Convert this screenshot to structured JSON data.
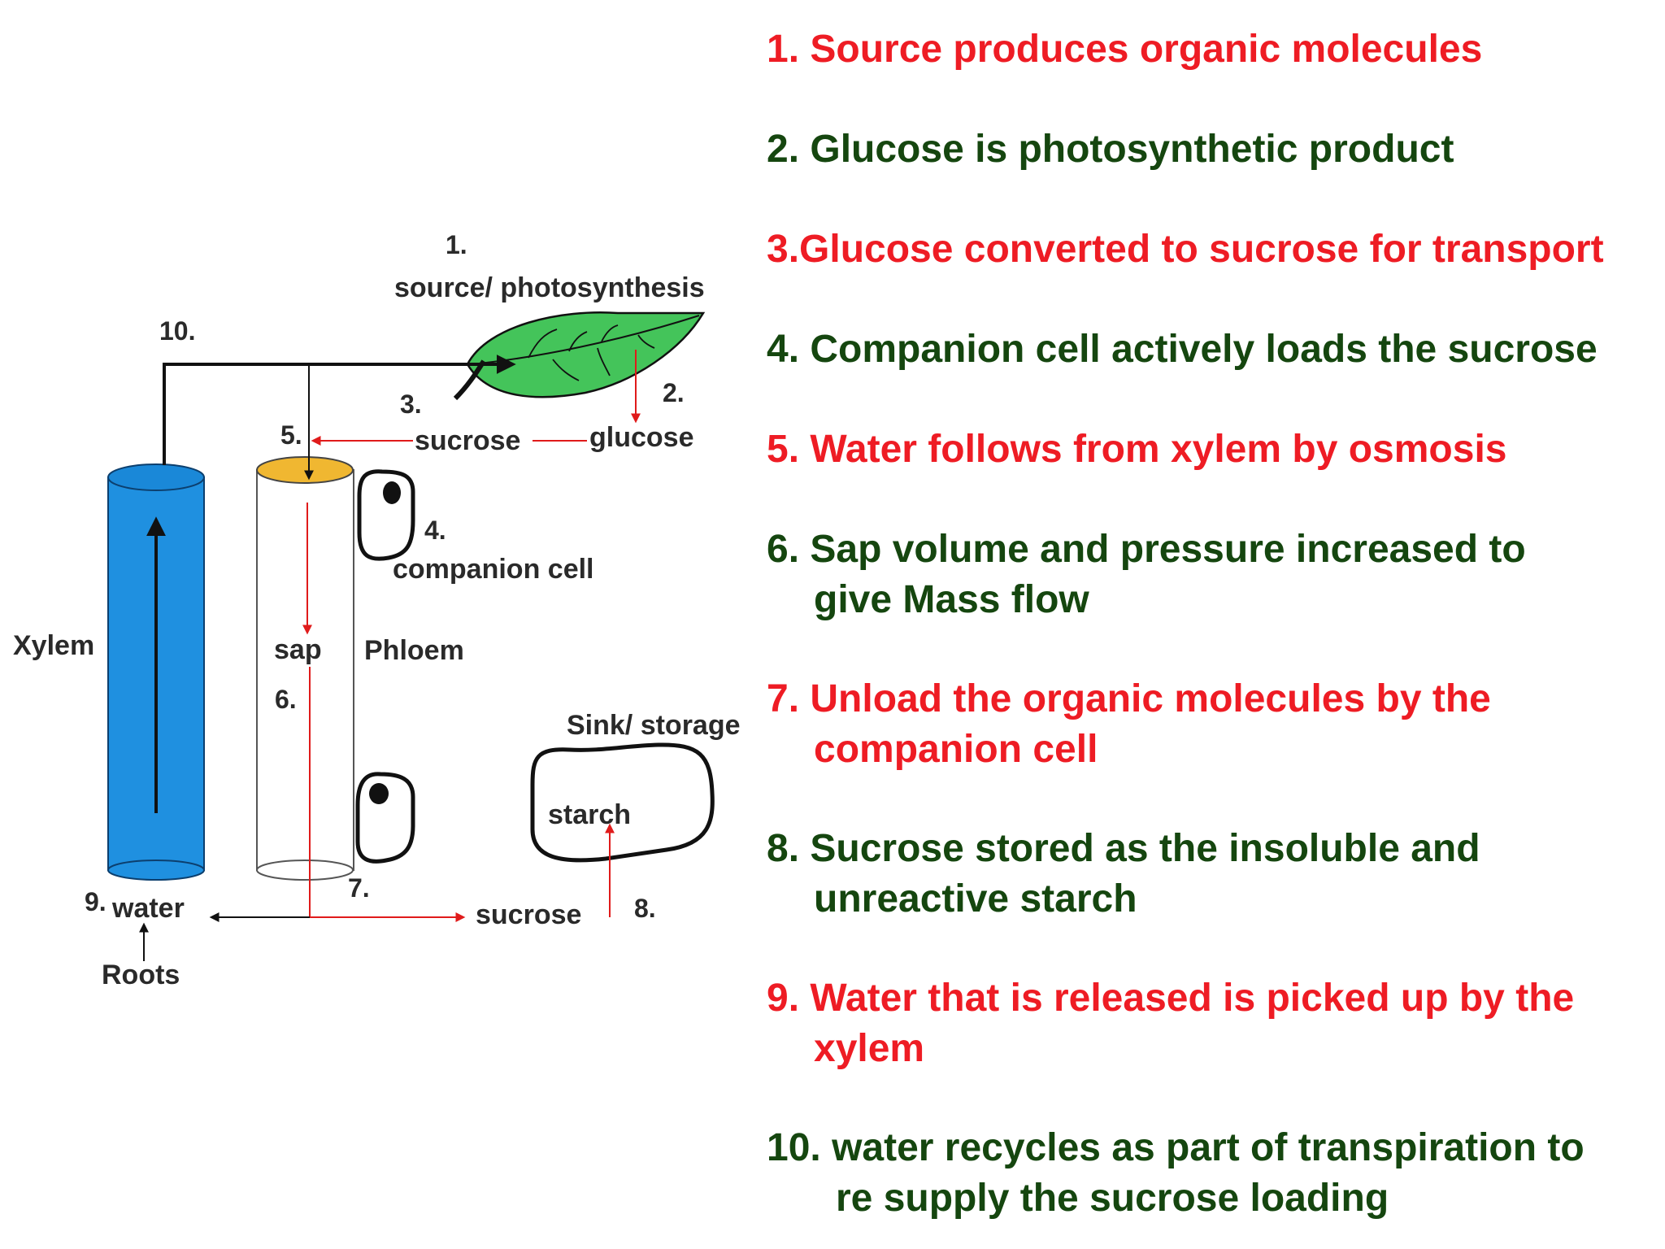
{
  "colors": {
    "red": "#ee1c24",
    "green": "#15460f",
    "xylem_blue": "#1f90e0",
    "leaf_green": "#44c45a",
    "phloem_top": "#f0b731"
  },
  "diagram": {
    "n1": "1.",
    "source_label": "source/ photosynthesis",
    "n10": "10.",
    "n2": "2.",
    "n3": "3.",
    "n5": "5.",
    "sucrose_top": "sucrose",
    "glucose": "glucose",
    "n4": "4.",
    "companion_cell": "companion cell",
    "xylem": "Xylem",
    "sap": "sap",
    "phloem": "Phloem",
    "n6": "6.",
    "sink_label": "Sink/ storage",
    "starch": "starch",
    "n7": "7.",
    "n9": "9.",
    "water": "water",
    "sucrose_bottom": "sucrose",
    "n8": "8.",
    "roots": "Roots"
  },
  "steps": [
    {
      "line1": "1. Source produces organic molecules",
      "color": "red"
    },
    {
      "line1": "2. Glucose is photosynthetic product",
      "color": "green"
    },
    {
      "line1": "3.Glucose converted to sucrose for transport",
      "color": "red"
    },
    {
      "line1": "4. Companion cell actively loads the sucrose",
      "color": "green"
    },
    {
      "line1": "5. Water follows from xylem by osmosis",
      "color": "red"
    },
    {
      "line1": "6. Sap volume and pressure increased to",
      "line2": "give Mass flow",
      "color": "green"
    },
    {
      "line1": "7. Unload the organic molecules by the",
      "line2": "companion cell",
      "color": "red"
    },
    {
      "line1": "8. Sucrose stored as the insoluble and",
      "line2": " unreactive starch",
      "color": "green"
    },
    {
      "line1": "9. Water that is released is picked up by the",
      "line2": "xylem",
      "color": "red"
    },
    {
      "line1": "10. water recycles as part of transpiration to",
      "line2": "re supply the sucrose loading",
      "color": "green"
    }
  ]
}
